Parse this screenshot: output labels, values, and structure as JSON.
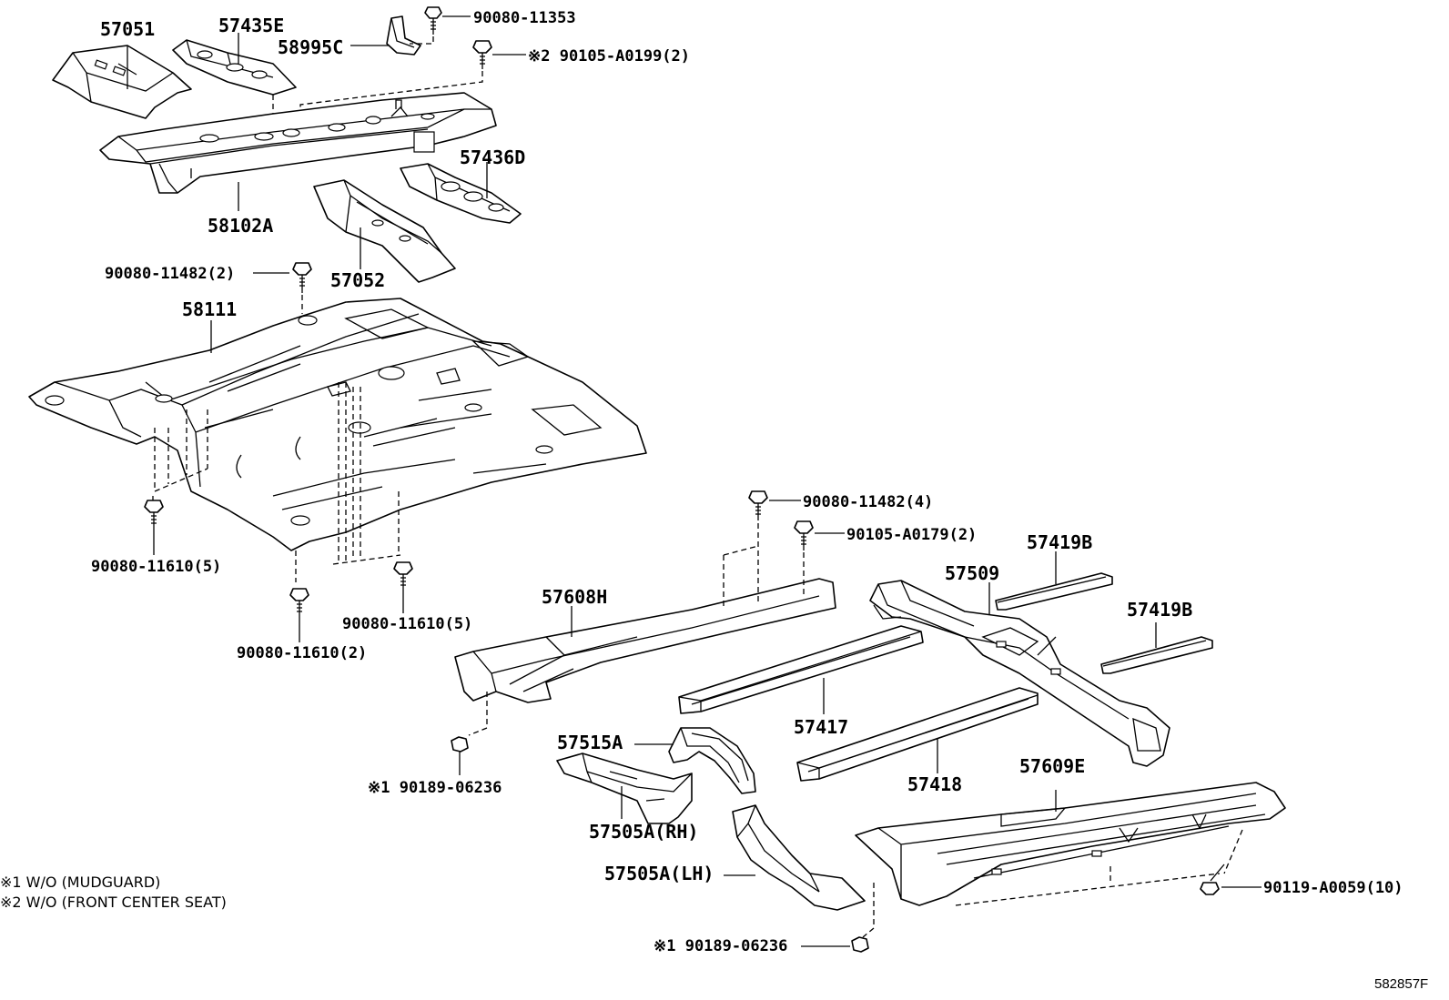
{
  "labels": {
    "p57051": "57051",
    "p57435E": "57435E",
    "p58995C": "58995C",
    "b90080_11353": "90080-11353",
    "b90105_A0199": "※2 90105-A0199(2)",
    "p57436D": "57436D",
    "p58102A": "58102A",
    "p57052": "57052",
    "b90080_11482_2": "90080-11482(2)",
    "p58111": "58111",
    "b90080_11610_5a": "90080-11610(5)",
    "b90080_11610_5b": "90080-11610(5)",
    "b90080_11610_2": "90080-11610(2)",
    "b90080_11482_4": "90080-11482(4)",
    "b90105_A0179": "90105-A0179(2)",
    "p57419B_a": "57419B",
    "p57509": "57509",
    "p57419B_b": "57419B",
    "p57608H": "57608H",
    "p57417": "57417",
    "p57515A": "57515A",
    "b90189_06236_a": "※1 90189-06236",
    "p57505A_RH": "57505A(RH)",
    "p57418": "57418",
    "p57609E": "57609E",
    "p57505A_LH": "57505A(LH)",
    "b90119_A0059": "90119-A0059(10)",
    "b90189_06236_b": "※1 90189-06236"
  },
  "notes": {
    "n1": "※1  W/O (MUDGUARD)",
    "n2": "※2  W/O (FRONT CENTER SEAT)"
  },
  "ref_code": "582857F"
}
